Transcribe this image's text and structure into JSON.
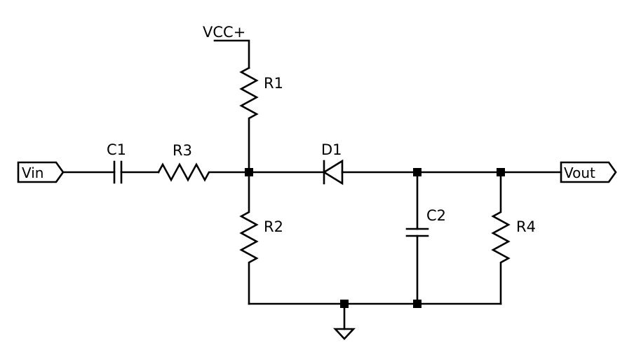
{
  "components": {
    "vcc": {
      "label": "VCC+"
    },
    "r1": {
      "label": "R1"
    },
    "r2": {
      "label": "R2"
    },
    "r3": {
      "label": "R3"
    },
    "r4": {
      "label": "R4"
    },
    "c1": {
      "label": "C1"
    },
    "c2": {
      "label": "C2"
    },
    "d1": {
      "label": "D1"
    }
  },
  "ports": {
    "input": {
      "label": "Vin"
    },
    "output": {
      "label": "Vout"
    }
  }
}
